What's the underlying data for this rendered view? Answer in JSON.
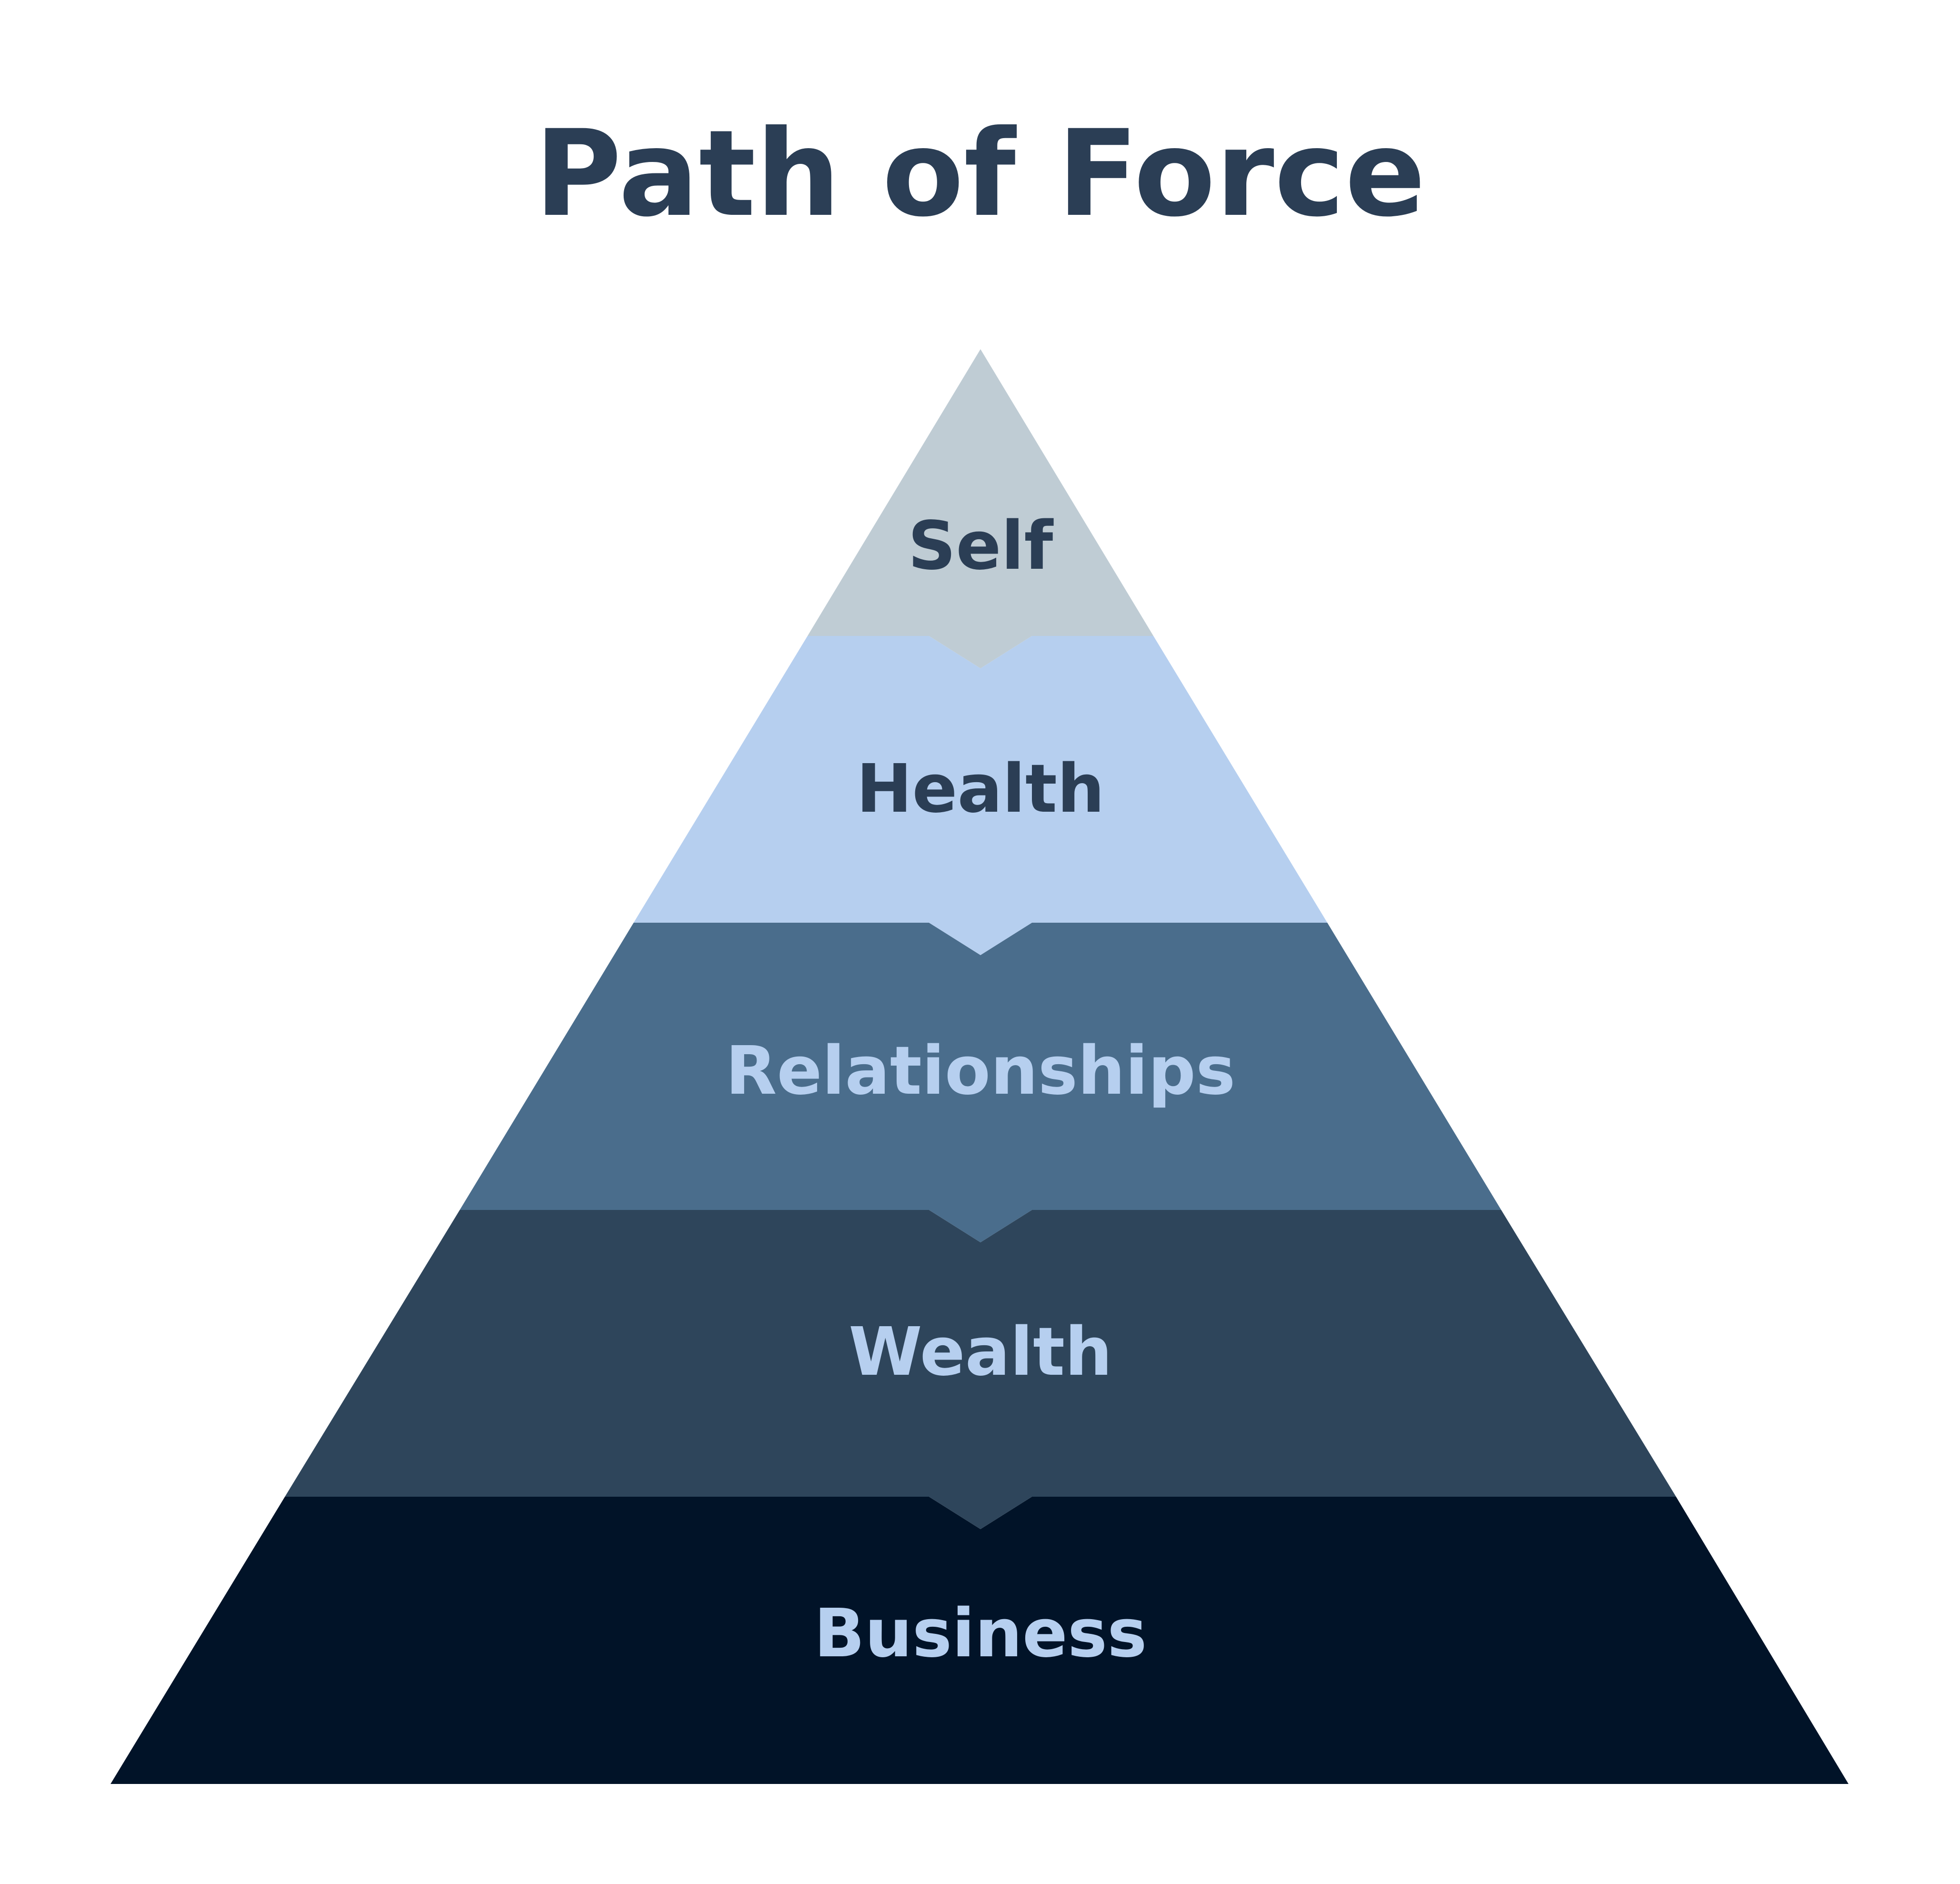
{
  "title": "Path of Force",
  "levels": [
    {
      "label": "Self",
      "fill": "#bfccd4",
      "text_color": "#2b3e55"
    },
    {
      "label": "Health",
      "fill": "#b6cfef",
      "text_color": "#2b3e55"
    },
    {
      "label": "Relationships",
      "fill": "#4a6d8c",
      "text_color": "#b6cfef"
    },
    {
      "label": "Wealth",
      "fill": "#2e455b",
      "text_color": "#b6cfef"
    },
    {
      "label": "Business",
      "fill": "#011328",
      "text_color": "#b6cfef"
    }
  ]
}
